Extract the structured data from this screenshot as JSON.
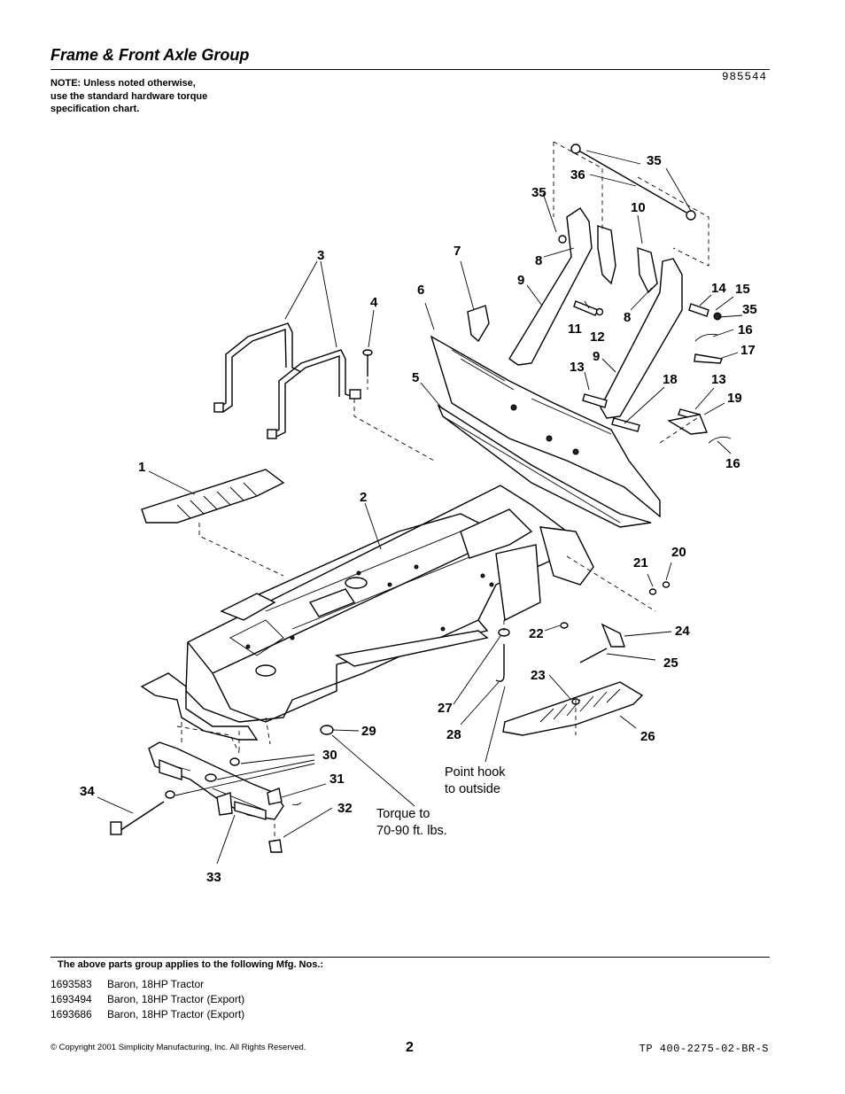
{
  "header": {
    "title": "Frame & Front Axle Group",
    "note": "NOTE: Unless noted otherwise, use the standard hardware torque specification chart.",
    "figure_number": "985544"
  },
  "callouts": [
    "1",
    "2",
    "3",
    "4",
    "5",
    "6",
    "7",
    "8",
    "8",
    "9",
    "9",
    "10",
    "11",
    "12",
    "13",
    "13",
    "14",
    "15",
    "16",
    "16",
    "17",
    "18",
    "19",
    "20",
    "21",
    "22",
    "23",
    "24",
    "25",
    "26",
    "27",
    "28",
    "29",
    "30",
    "31",
    "32",
    "33",
    "34",
    "35",
    "35",
    "35",
    "36"
  ],
  "annotations": {
    "hook_note": "Point hook to outside",
    "torque_note": "Torque to 70-90 ft. lbs."
  },
  "footer": {
    "applies_heading": "The above parts group applies to the following Mfg. Nos.:",
    "models": [
      {
        "number": "1693583",
        "description": "Baron, 18HP Tractor"
      },
      {
        "number": "1693494",
        "description": "Baron, 18HP Tractor (Export)"
      },
      {
        "number": "1693686",
        "description": "Baron, 18HP Tractor (Export)"
      }
    ],
    "copyright": "© Copyright  2001 Simplicity Manufacturing, Inc. All Rights Reserved.",
    "page_number": "2",
    "doc_code": "TP 400-2275-02-BR-S"
  }
}
